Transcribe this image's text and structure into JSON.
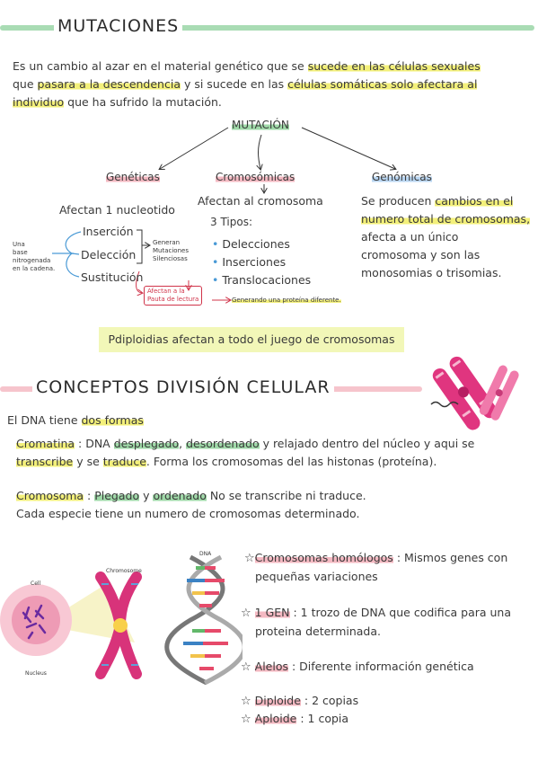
{
  "section1": {
    "title": "MUTACIONES",
    "intro": {
      "p1": "Es un cambio al azar en el material genético que se ",
      "h1": "sucede en las células sexuales",
      "p2": "que ",
      "h2": "pasara a la descendencia",
      "p3": " y si sucede en las ",
      "h3": "células somáticas solo afectara al",
      "h4": "individuo",
      "p4": " que ha sufrido la mutación."
    },
    "root": "MUTACIÓN",
    "geneticas": {
      "label": "Genéticas",
      "subtitle": "Afectan 1 nucleotido",
      "side_note": [
        "Una",
        "base",
        "nitrogenada",
        "en la cadena."
      ],
      "items": [
        "Inserción",
        "Delección",
        "Sustitución"
      ],
      "generan_note": [
        "Generan",
        "Mutaciones",
        "Silenciosas"
      ],
      "afectan_note": [
        "Afectan a la",
        "Pauta de lectura"
      ],
      "result": "Generando una proteína diferente."
    },
    "cromosomicas": {
      "label": "Cromosómicas",
      "subtitle": "Afectan al cromosoma",
      "types_label": "3 Tipos:",
      "items": [
        "Delecciones",
        "Inserciones",
        "Translocaciones"
      ]
    },
    "genomicas": {
      "label": "Genómicas",
      "t1": "Se producen ",
      "h1": "cambios en el",
      "h2": "numero total de cromosomas,",
      "t2": "afecta a un único",
      "t3": "cromosoma y son las",
      "t4": "monosomias o trisomias."
    },
    "poliploidias": "Pdiploidias afectan a todo el juego de cromosomas"
  },
  "section2": {
    "title": "CONCEPTOS DIVISIÓN CELULAR",
    "dna_intro": "El DNA tiene ",
    "dna_intro_h": "dos formas",
    "cromatina": {
      "term": "Cromatina",
      "s1": " : DNA ",
      "h1": "desplegado",
      "s2": ", ",
      "h2": "desordenado",
      "s3": " y relajado dentro del núcleo y aqui se",
      "h3": "transcribe",
      "s4": " y se ",
      "h4": "traduce",
      "s5": ". Forma los cromosomas del las histonas (proteína)."
    },
    "cromosoma": {
      "term": "Cromosoma",
      "s1": " : ",
      "h1": "Plegado",
      "s2": " y ",
      "h2": "ordenado",
      "s3": " No se transcribe ni traduce.",
      "line2": "Cada especie tiene un numero de cromosomas determinado."
    },
    "figure_labels": {
      "cell": "Cell",
      "nucleus": "Nucleus",
      "chromosome": "Chromosome",
      "dna": "DNA"
    },
    "defs": [
      {
        "term": "Cromosomas homólogos",
        "text": ": Mismos genes con",
        "text2": "pequeñas variaciones"
      },
      {
        "term": "1 GEN",
        "text": ": 1 trozo de DNA que codifica para una",
        "text2": "proteina determinada."
      },
      {
        "term": "Alelos",
        "text": ": Diferente información genética",
        "text2": ""
      },
      {
        "term": "Diploide",
        "text": ": 2 copias",
        "text2": ""
      },
      {
        "term": "Aploide",
        "text": ": 1 copia",
        "text2": ""
      }
    ]
  },
  "colors": {
    "yellow_highlight": "#f3f07a",
    "green_highlight": "#9fd9a8",
    "pink_highlight": "#f4b9c2",
    "blue_highlight": "#b9d6f2",
    "chromosome_pink": "#e0357f",
    "red_note": "#d0344a"
  },
  "icons": [
    "star-icon",
    "chromosome-icon",
    "cell-icon",
    "dna-helix-icon"
  ]
}
